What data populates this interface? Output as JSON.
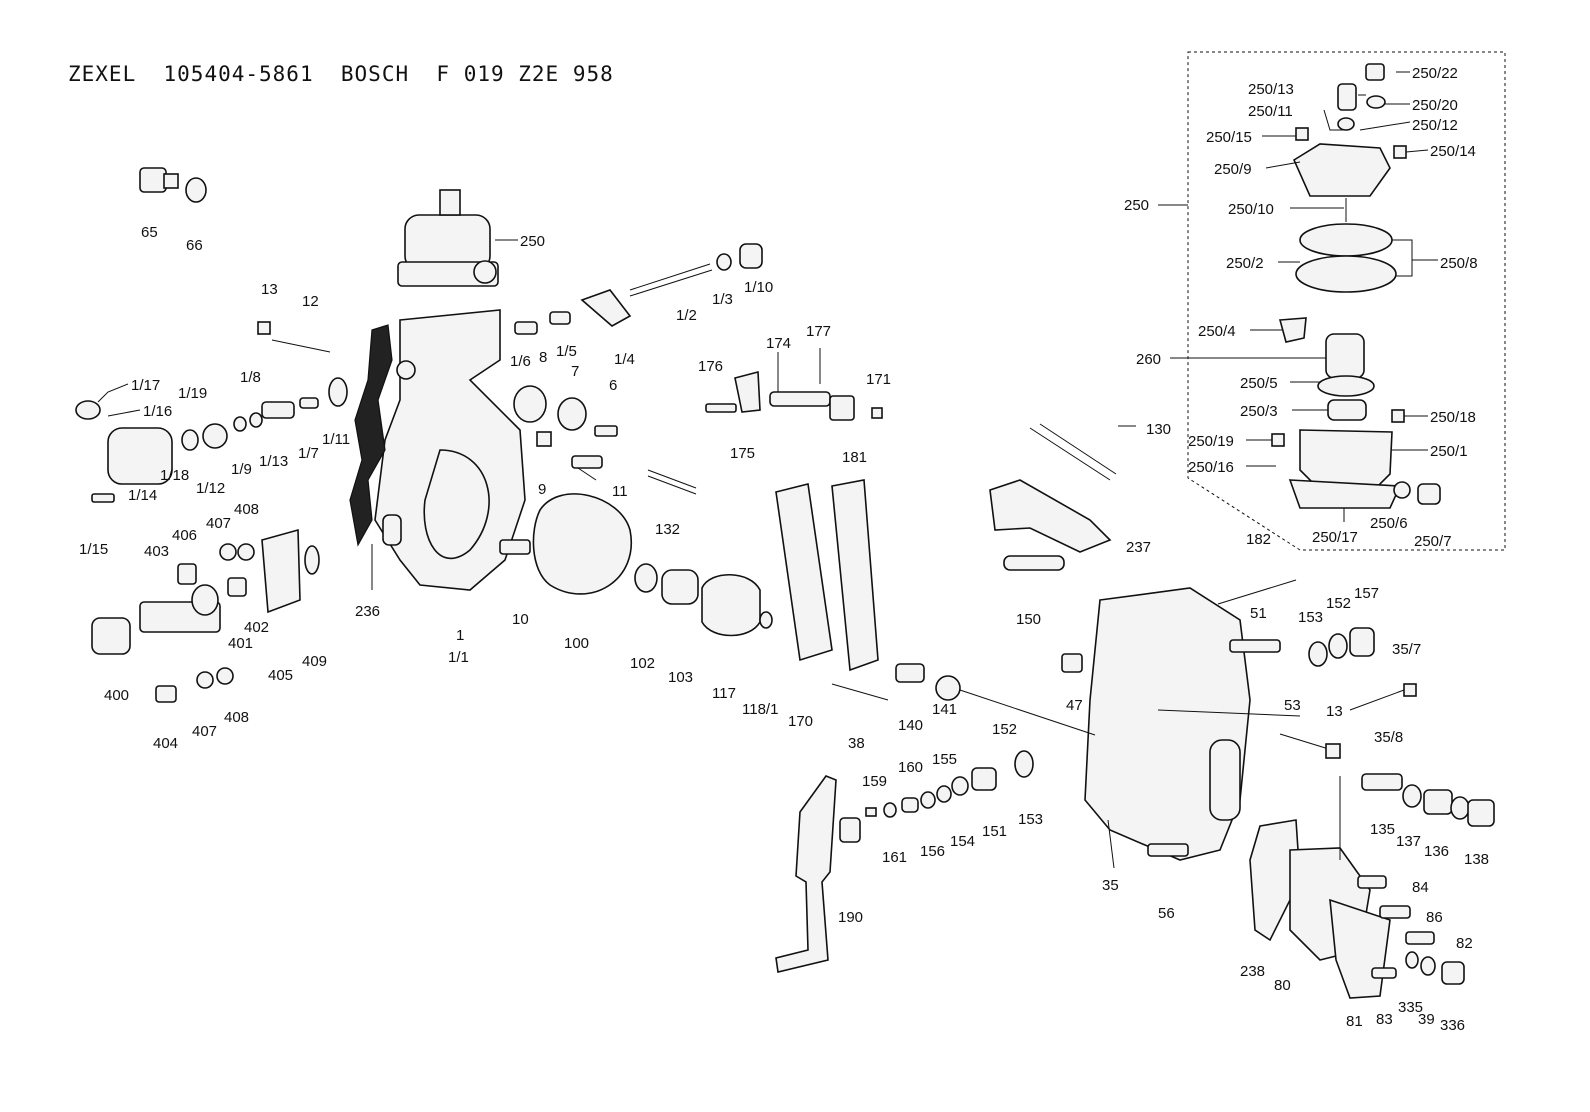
{
  "title": {
    "brand1": "ZEXEL",
    "zexel_number": "105404-5861",
    "brand2": "BOSCH",
    "bosch_number": "F 019 Z2E 958"
  },
  "labels": {
    "p65": "65",
    "p66": "66",
    "p250a": "250",
    "p13a": "13",
    "p12": "12",
    "p1_17": "1/17",
    "p1_16": "1/16",
    "p1_19": "1/19",
    "p1_8": "1/8",
    "p1_18": "1/18",
    "p1_12": "1/12",
    "p1_9": "1/9",
    "p1_13": "1/13",
    "p1_7": "1/7",
    "p1_11": "1/11",
    "p1_14": "1/14",
    "p1_15": "1/15",
    "p1_2": "1/2",
    "p1_3": "1/3",
    "p1_10": "1/10",
    "p1_4": "1/4",
    "p1_6": "1/6",
    "p8": "8",
    "p1_5": "1/5",
    "p7": "7",
    "p6": "6",
    "p9": "9",
    "p11": "11",
    "p176": "176",
    "p174": "174",
    "p177": "177",
    "p171": "171",
    "p175": "175",
    "p132": "132",
    "p181": "181",
    "p403": "403",
    "p406": "406",
    "p407a": "407",
    "p408a": "408",
    "p401": "401",
    "p402": "402",
    "p405": "405",
    "p409": "409",
    "p236": "236",
    "p1": "1",
    "p1_1": "1/1",
    "p10": "10",
    "p100": "100",
    "p102": "102",
    "p103": "103",
    "p117": "117",
    "p118_1": "118/1",
    "p170": "170",
    "p400": "400",
    "p404": "404",
    "p407b": "407",
    "p408b": "408",
    "p38": "38",
    "p140": "140",
    "p141": "141",
    "p130": "130",
    "p150": "150",
    "p237": "237",
    "p182": "182",
    "p51": "51",
    "p153a": "153",
    "p152a": "152",
    "p157": "157",
    "p47": "47",
    "p35_7": "35/7",
    "p53": "53",
    "p13b": "13",
    "p35_8": "35/8",
    "p152b": "152",
    "p155": "155",
    "p160": "160",
    "p159": "159",
    "p161": "161",
    "p156": "156",
    "p154": "154",
    "p151": "151",
    "p153b": "153",
    "p35": "35",
    "p56": "56",
    "p135": "135",
    "p137": "137",
    "p136": "136",
    "p138": "138",
    "p190": "190",
    "p84": "84",
    "p86": "86",
    "p82": "82",
    "p238": "238",
    "p80": "80",
    "p81": "81",
    "p83": "83",
    "p335": "335",
    "p39": "39",
    "p336": "336",
    "p250_13": "250/13",
    "p250_22": "250/22",
    "p250_11": "250/11",
    "p250_20": "250/20",
    "p250_15": "250/15",
    "p250_12": "250/12",
    "p250_14": "250/14",
    "p250_9": "250/9",
    "p250b": "250",
    "p250_10": "250/10",
    "p250_2": "250/2",
    "p250_8": "250/8",
    "p250_4": "250/4",
    "p260": "260",
    "p250_5": "250/5",
    "p250_3": "250/3",
    "p250_18": "250/18",
    "p250_19": "250/19",
    "p250_1": "250/1",
    "p250_16": "250/16",
    "p250_17": "250/17",
    "p250_6": "250/6",
    "p250_7": "250/7"
  }
}
